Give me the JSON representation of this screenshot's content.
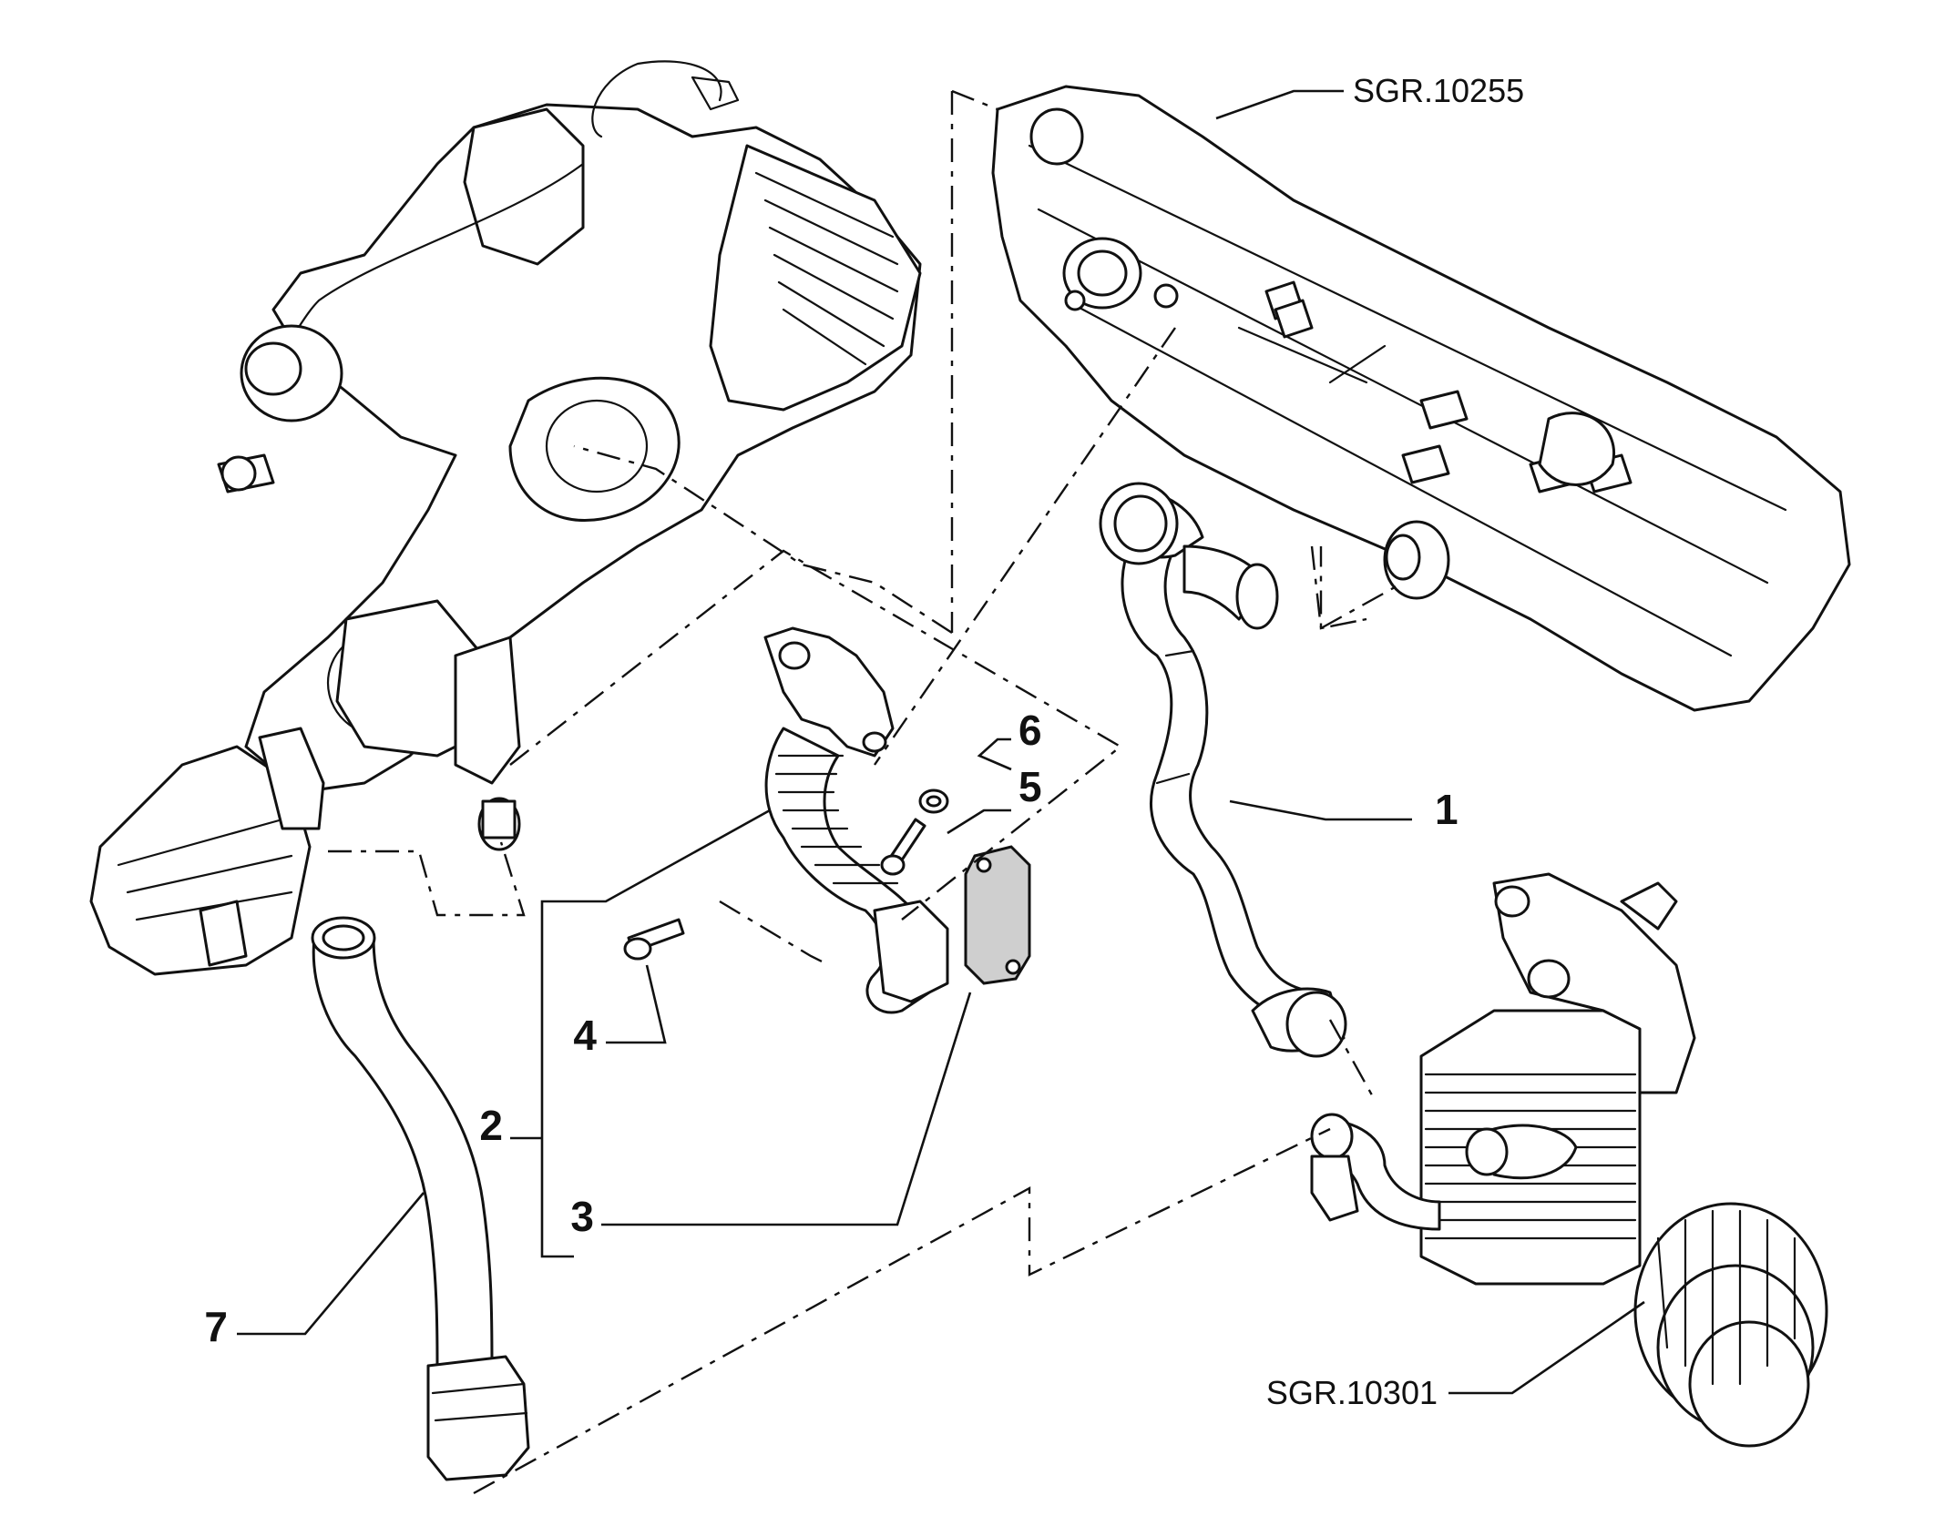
{
  "callouts": [
    {
      "id": "1",
      "label": "1"
    },
    {
      "id": "2",
      "label": "2"
    },
    {
      "id": "3",
      "label": "3"
    },
    {
      "id": "4",
      "label": "4"
    },
    {
      "id": "5",
      "label": "5"
    },
    {
      "id": "6",
      "label": "6"
    },
    {
      "id": "7",
      "label": "7"
    }
  ],
  "references": [
    {
      "id": "intake-manifold",
      "label": "SGR.10255"
    },
    {
      "id": "oil-cooler",
      "label": "SGR.10301"
    }
  ]
}
